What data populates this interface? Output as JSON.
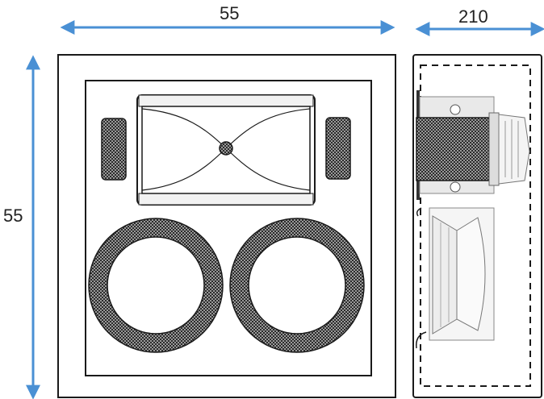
{
  "dimensions": {
    "front_width": "55",
    "depth": "210",
    "height": "55"
  },
  "colors": {
    "dimension_arrow": "#4a90d4",
    "outline": "#1a1a1a",
    "grille_fill": "#3a3a3a"
  }
}
